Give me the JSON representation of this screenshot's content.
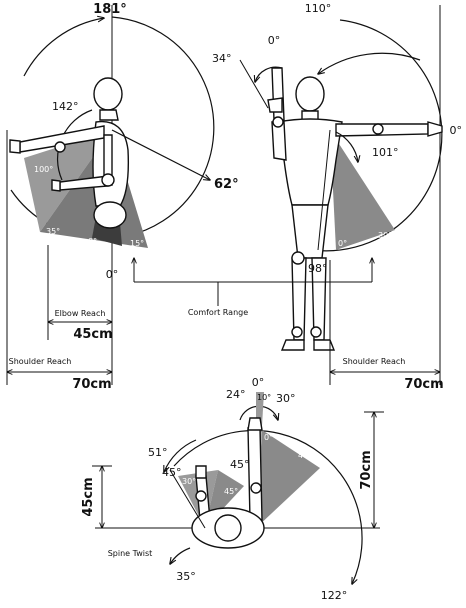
{
  "side_view": {
    "angle_top": "181°",
    "angle_elbow": "142°",
    "angle_down": "62°",
    "angle_bottom": "0°",
    "comfort_100": "100°",
    "comfort_35": "35°",
    "comfort_0": "0°",
    "comfort_15": "15°",
    "elbow_reach_label": "Elbow Reach",
    "elbow_reach_value": "45cm",
    "shoulder_reach_label": "Shoulder Reach",
    "shoulder_reach_value": "70cm"
  },
  "front_view": {
    "angle_top": "110°",
    "angle_forearm_top": "0°",
    "angle_forearm": "34°",
    "angle_right": "0°",
    "angle_shoulder_down": "101°",
    "angle_bottom": "98°",
    "comfort_0": "0°",
    "comfort_30": "30°",
    "shoulder_reach_label": "Shoulder Reach",
    "shoulder_reach_value": "70cm"
  },
  "comfort_range_label": "Comfort Range",
  "top_view": {
    "angle_top": "0°",
    "angle_24": "24°",
    "angle_30": "30°",
    "angle_51": "51°",
    "angle_45_left": "45°",
    "angle_45_mid": "45°",
    "wedge_10": "10°",
    "wedge_0": "0°",
    "wedge_40": "40°",
    "wedge_30": "30°",
    "wedge_45": "45°",
    "height_70": "70cm",
    "height_45": "45cm",
    "spine_twist_label": "Spine Twist",
    "angle_35": "35°",
    "angle_122": "122°"
  }
}
